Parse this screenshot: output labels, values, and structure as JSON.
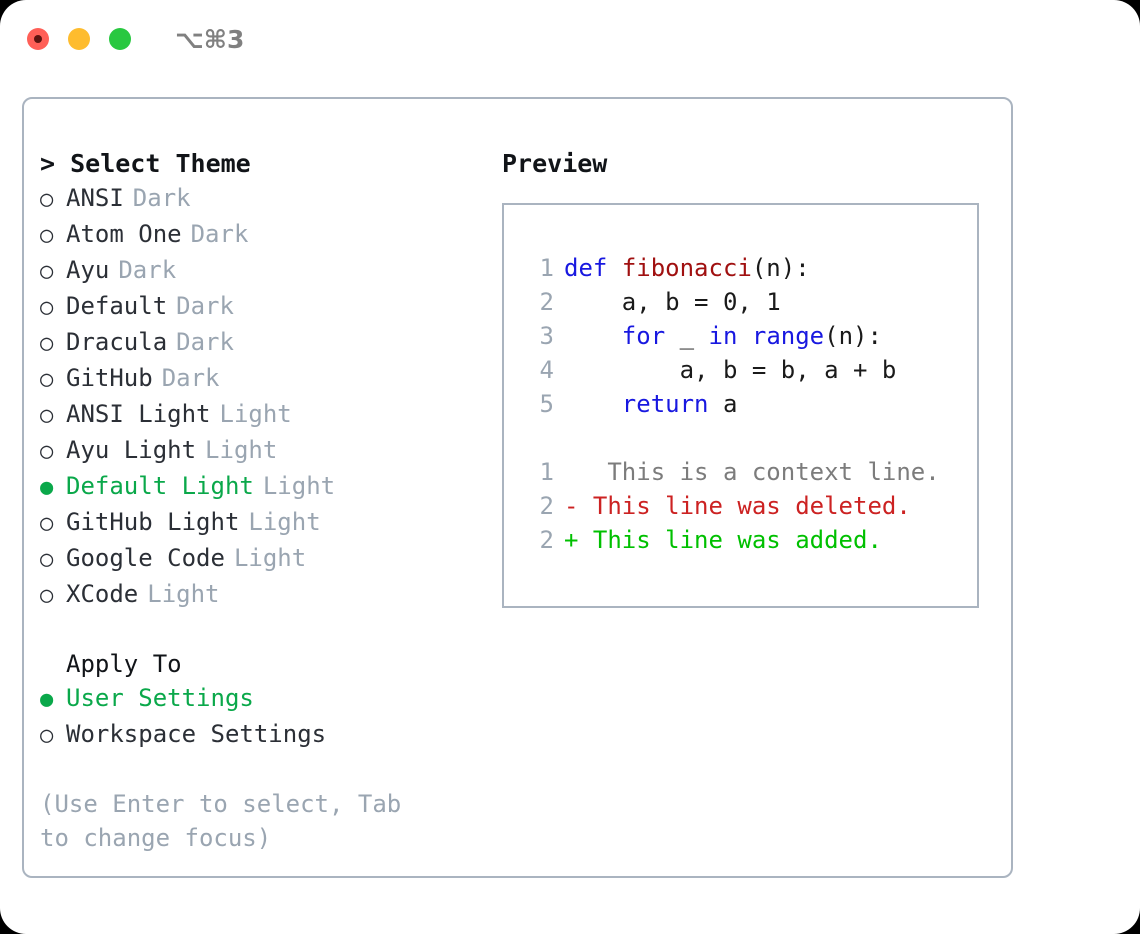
{
  "window": {
    "shortcut_label": "⌥⌘3",
    "traffic_lights": [
      {
        "name": "close",
        "color": "#ff5f57"
      },
      {
        "name": "minimize",
        "color": "#febc2e"
      },
      {
        "name": "maximize",
        "color": "#28c840"
      }
    ]
  },
  "colors": {
    "panel_border": "#aab4c0",
    "selected_green": "#0aa84a",
    "muted_text": "#9aa5b1",
    "primary_text": "#2b2f36",
    "keyword_blue": "#1818e0",
    "function_red": "#a01010",
    "diff_deleted": "#cc2222",
    "diff_added": "#00c000"
  },
  "theme_list": {
    "header": "> Select Theme",
    "selected_index": 8,
    "bullet_selected": "●",
    "bullet_unselected": "○",
    "items": [
      {
        "name": "ANSI",
        "tag": "Dark",
        "selected": false
      },
      {
        "name": "Atom One",
        "tag": "Dark",
        "selected": false
      },
      {
        "name": "Ayu",
        "tag": "Dark",
        "selected": false
      },
      {
        "name": "Default",
        "tag": "Dark",
        "selected": false
      },
      {
        "name": "Dracula",
        "tag": "Dark",
        "selected": false
      },
      {
        "name": "GitHub",
        "tag": "Dark",
        "selected": false
      },
      {
        "name": "ANSI Light",
        "tag": "Light",
        "selected": false
      },
      {
        "name": "Ayu Light",
        "tag": "Light",
        "selected": false
      },
      {
        "name": "Default Light",
        "tag": "Light",
        "selected": true
      },
      {
        "name": "GitHub Light",
        "tag": "Light",
        "selected": false
      },
      {
        "name": "Google Code",
        "tag": "Light",
        "selected": false
      },
      {
        "name": "XCode",
        "tag": "Light",
        "selected": false
      }
    ]
  },
  "apply_to": {
    "header": "Apply To",
    "selected_index": 0,
    "items": [
      {
        "name": "User Settings",
        "selected": true
      },
      {
        "name": "Workspace Settings",
        "selected": false
      }
    ]
  },
  "hint": "(Use Enter to select, Tab to change focus)",
  "preview": {
    "title": "Preview",
    "code_lines": [
      {
        "no": "1",
        "tokens": [
          {
            "t": "def",
            "c": "kw"
          },
          {
            "t": " ",
            "c": "plain"
          },
          {
            "t": "fibonacci",
            "c": "fn"
          },
          {
            "t": "(n):",
            "c": "plain"
          }
        ]
      },
      {
        "no": "2",
        "tokens": [
          {
            "t": "    a, b = 0, 1",
            "c": "plain"
          }
        ]
      },
      {
        "no": "3",
        "tokens": [
          {
            "t": "    ",
            "c": "plain"
          },
          {
            "t": "for",
            "c": "kw"
          },
          {
            "t": " _ ",
            "c": "plain"
          },
          {
            "t": "in",
            "c": "kw"
          },
          {
            "t": " ",
            "c": "plain"
          },
          {
            "t": "range",
            "c": "kw"
          },
          {
            "t": "(n):",
            "c": "plain"
          }
        ]
      },
      {
        "no": "4",
        "tokens": [
          {
            "t": "        a, b = b, a + b",
            "c": "plain"
          }
        ]
      },
      {
        "no": "5",
        "tokens": [
          {
            "t": "    ",
            "c": "plain"
          },
          {
            "t": "return",
            "c": "kw"
          },
          {
            "t": " a",
            "c": "plain"
          }
        ]
      }
    ],
    "diff_lines": [
      {
        "no": "1",
        "marker": " ",
        "text": "  This is a context line.",
        "kind": "ctx"
      },
      {
        "no": "2",
        "marker": "-",
        "text": " This line was deleted.",
        "kind": "del"
      },
      {
        "no": "2",
        "marker": "+",
        "text": " This line was added.",
        "kind": "add"
      }
    ]
  }
}
